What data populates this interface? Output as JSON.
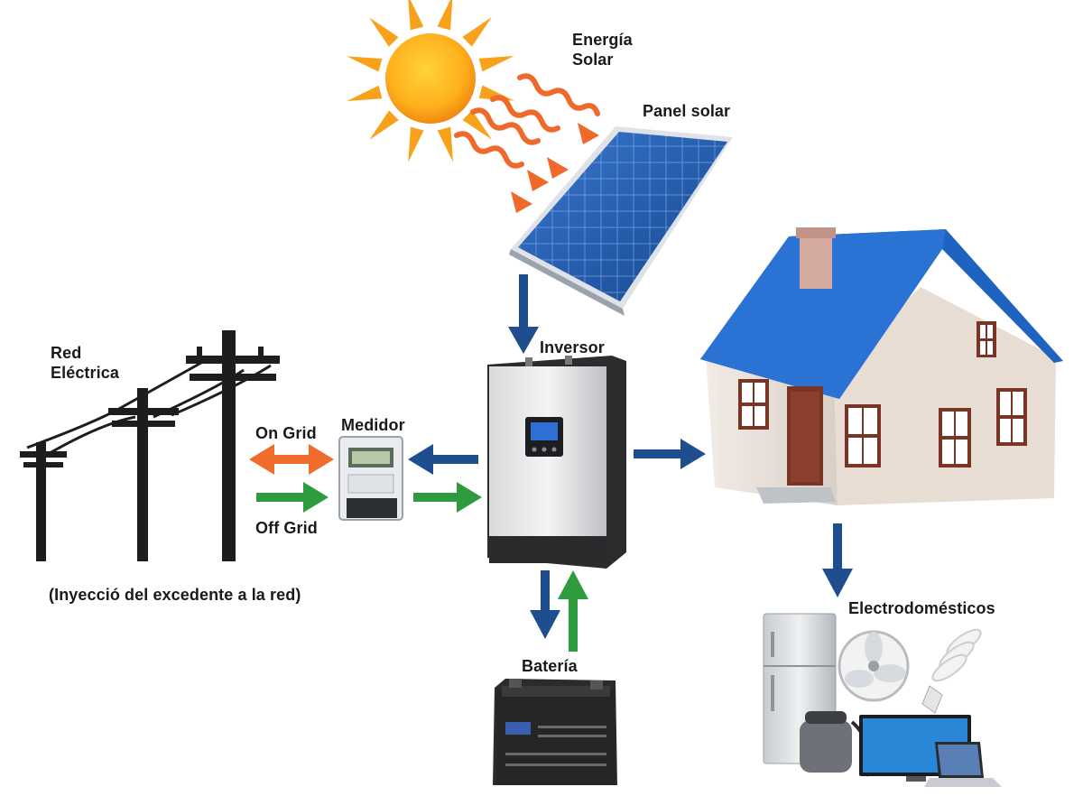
{
  "labels": {
    "solar_energy": "Energía Solar",
    "solar_panel": "Panel solar",
    "grid": "Red Eléctrica",
    "meter": "Medidor",
    "inverter": "Inversor",
    "on_grid": "On Grid",
    "off_grid": "Off Grid",
    "injection_note": "(Inyecció del excedente a la red)",
    "battery": "Batería",
    "appliances": "Electrodomésticos"
  },
  "colors": {
    "flow_blue": "#1f4e8f",
    "on_grid_orange": "#ef6c2c",
    "off_grid_green": "#2e9b3e",
    "sun_orange": "#f7a21a",
    "panel_blue": "#1e56a8",
    "roof_blue": "#1e63c0"
  },
  "icons": [
    "sun-icon",
    "solar-panel-icon",
    "power-pole-icon",
    "electric-meter-icon",
    "inverter-icon",
    "house-icon",
    "battery-icon",
    "refrigerator-icon",
    "fan-icon",
    "light-bulb-icon",
    "vacuum-icon",
    "monitor-icon",
    "laptop-icon"
  ]
}
